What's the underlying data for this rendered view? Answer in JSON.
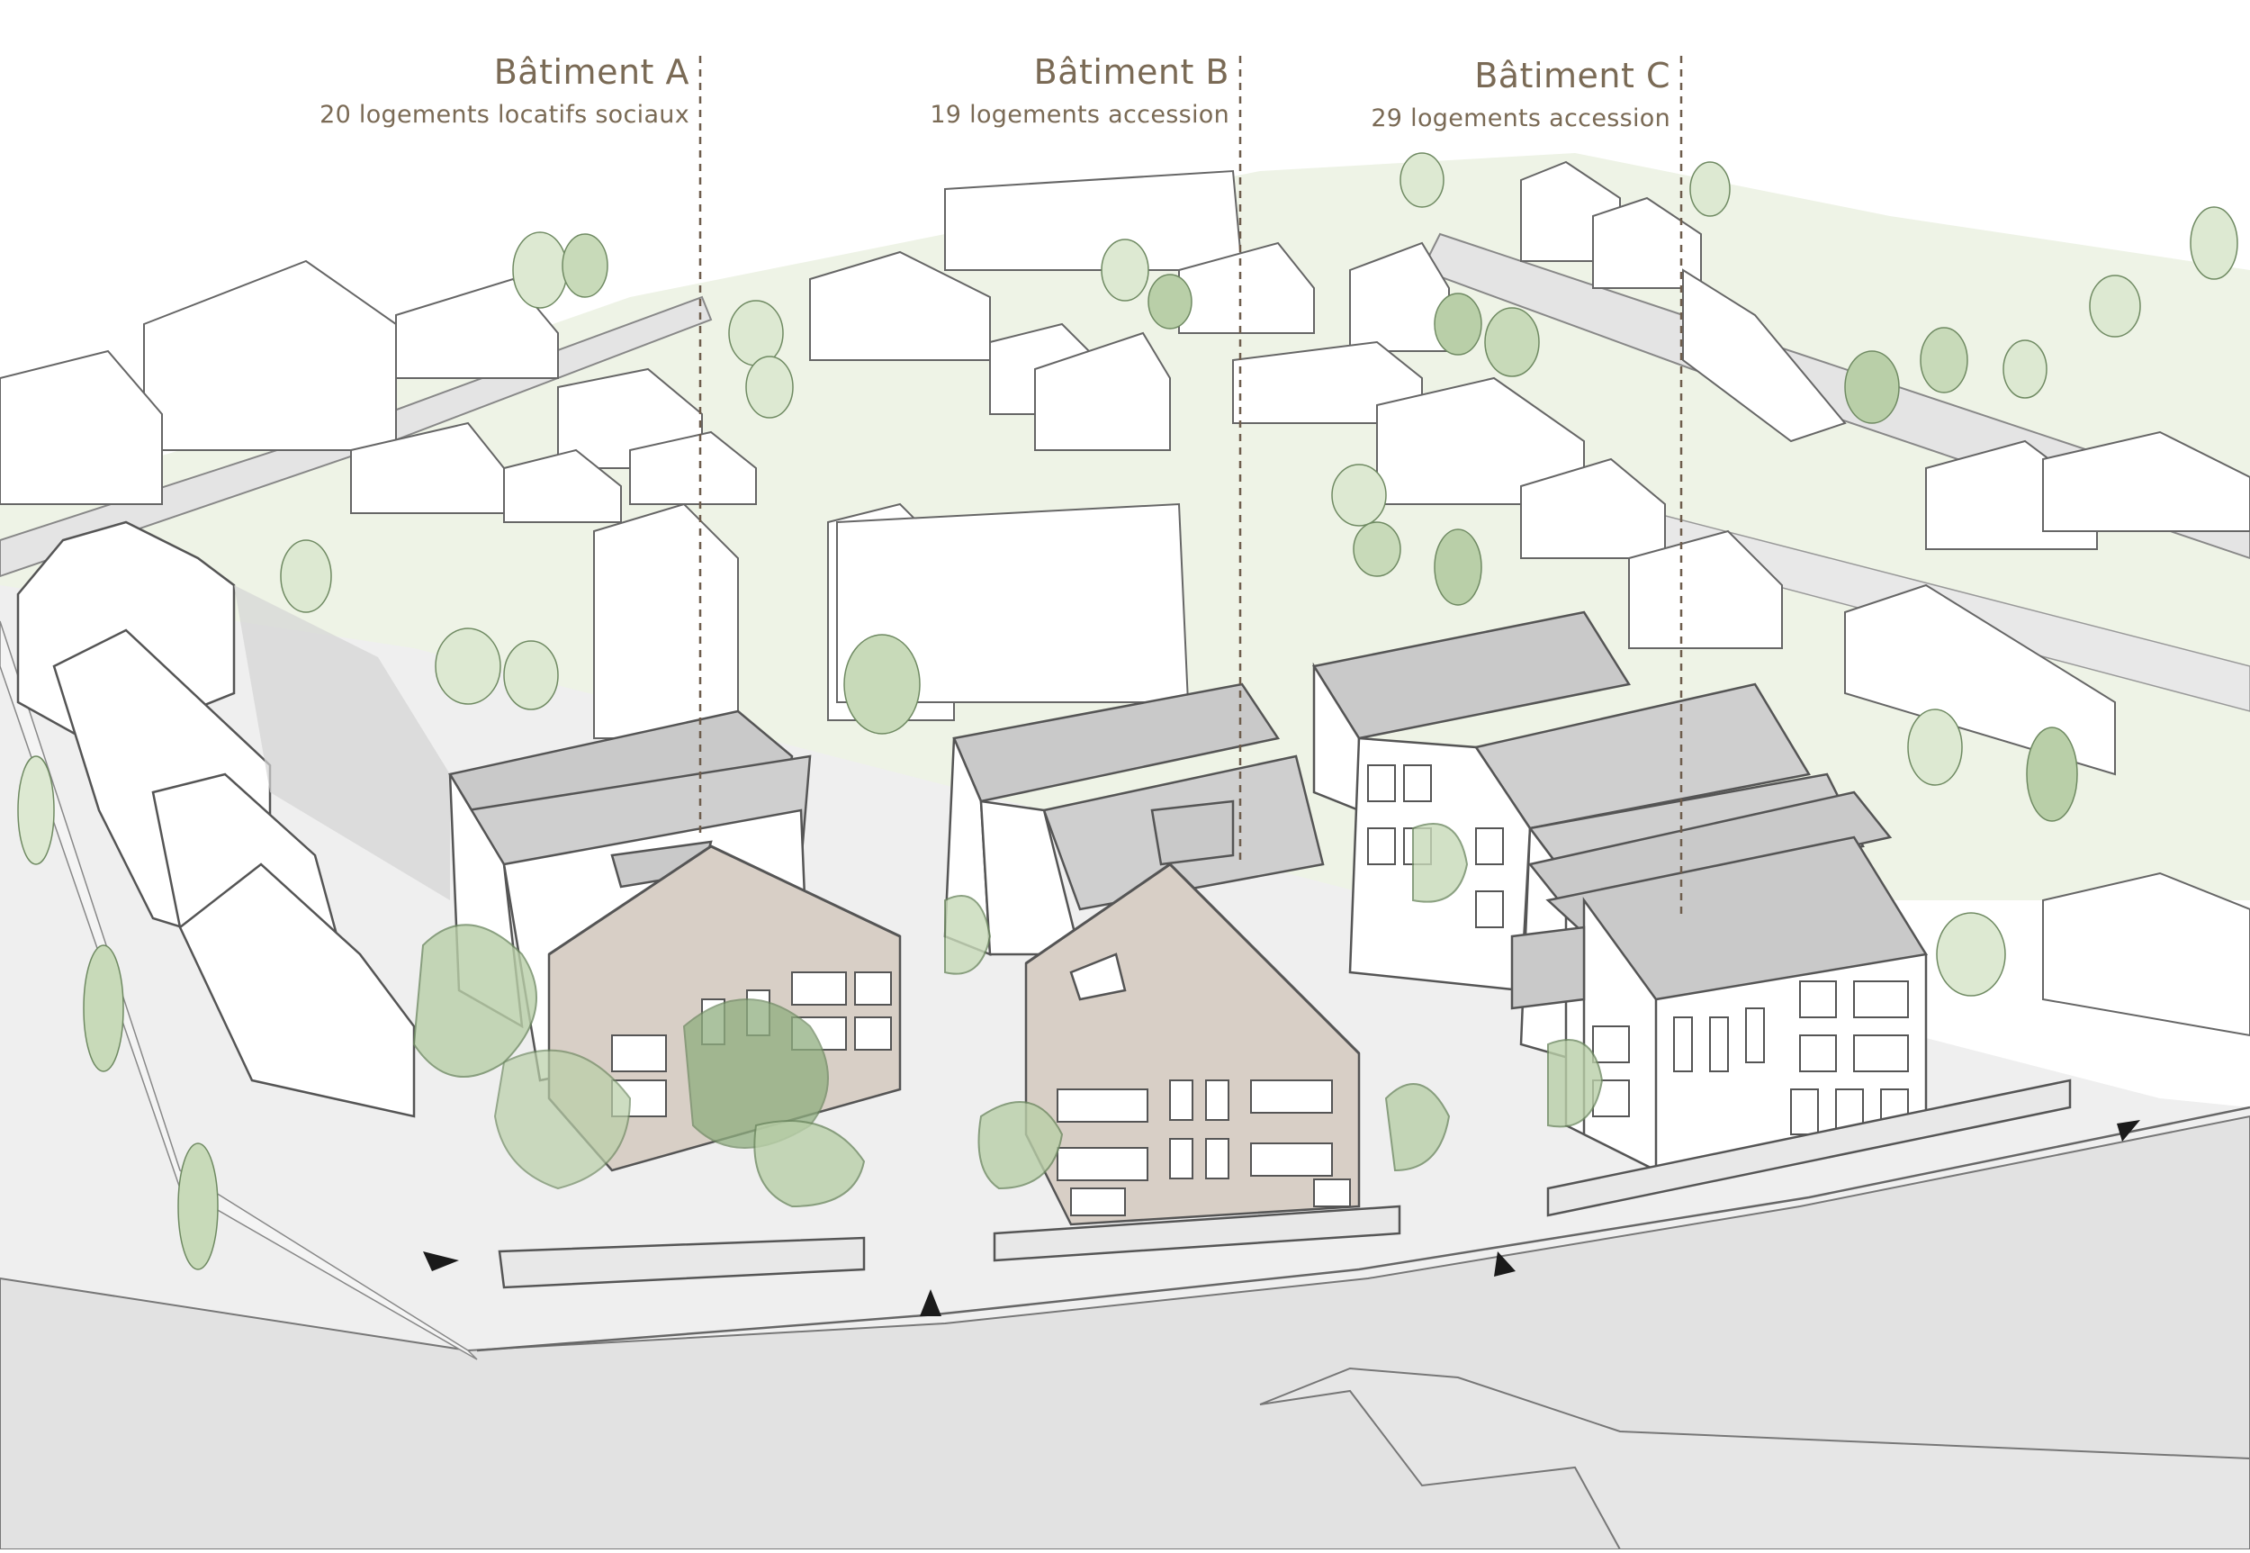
{
  "buildings": [
    {
      "name": "Bâtiment A",
      "description": "20 logements locatifs sociaux"
    },
    {
      "name": "Bâtiment B",
      "description": "19 logements accession"
    },
    {
      "name": "Bâtiment C",
      "description": "29 logements accession"
    }
  ],
  "colors": {
    "label_text": "#7a6a55",
    "leader_line": "#6e5d4c",
    "roof": "#c9c9c9",
    "timber_facade": "#d8cfc6",
    "plain_facade": "#ffffff",
    "greenery": "#b9cfa8",
    "greenery_dark": "#8fae7f",
    "ground": "#ededed",
    "road": "#e1e1e1",
    "outline": "#555555",
    "background_tint": "#eef3e6"
  }
}
